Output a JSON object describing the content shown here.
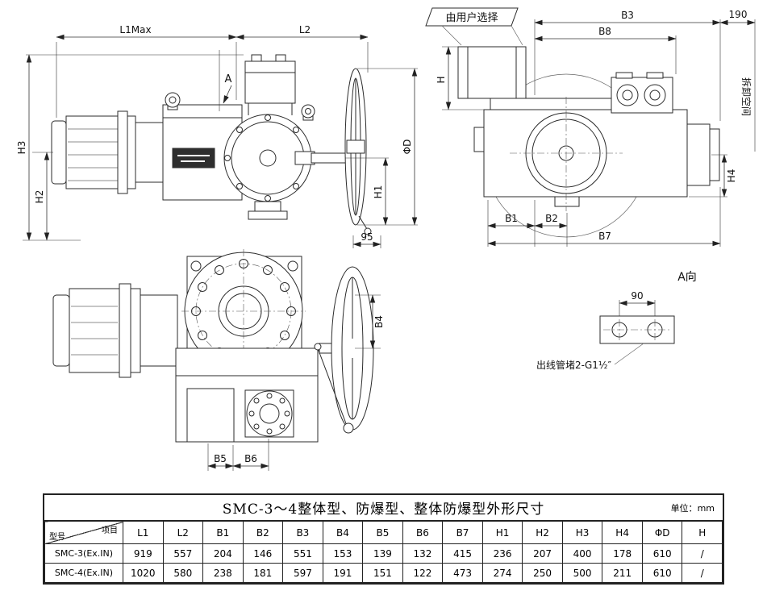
{
  "drawing": {
    "side_view": {
      "dim_l1max": "L1Max",
      "dim_l2": "L2",
      "section_label": "A",
      "dim_h3": "H3",
      "dim_h2": "H2",
      "dim_h1": "H1",
      "dim_phi_d": "ΦD",
      "dim_95": "95"
    },
    "rear_view": {
      "callout_user_select": "由用户选择",
      "dim_b3": "B3",
      "dim_190": "190",
      "dim_b8": "B8",
      "dim_h": "H",
      "label_removal_space": "拆卸空间",
      "dim_h4": "H4",
      "dim_b1": "B1",
      "dim_b2": "B2",
      "dim_b7": "B7"
    },
    "top_view": {
      "dim_b4": "B4",
      "dim_b5": "B5",
      "dim_b6": "B6"
    },
    "detail_view": {
      "title": "A向",
      "dim_90": "90",
      "outlet_label": "出线管堵2-G1½″"
    }
  },
  "table": {
    "title": "SMC-3～4整体型、防爆型、整体防爆型外形尺寸",
    "unit_label": "单位：",
    "unit_value": "mm",
    "corner_top": "项目",
    "corner_bottom": "型号",
    "columns": [
      "L1",
      "L2",
      "B1",
      "B2",
      "B3",
      "B4",
      "B5",
      "B6",
      "B7",
      "H1",
      "H2",
      "H3",
      "H4",
      "ΦD",
      "H"
    ],
    "rows": [
      {
        "model": "SMC-3(Ex.IN)",
        "values": [
          "919",
          "557",
          "204",
          "146",
          "551",
          "153",
          "139",
          "132",
          "415",
          "236",
          "207",
          "400",
          "178",
          "610",
          "/"
        ]
      },
      {
        "model": "SMC-4(Ex.IN)",
        "values": [
          "1020",
          "580",
          "238",
          "181",
          "597",
          "191",
          "151",
          "122",
          "473",
          "274",
          "250",
          "500",
          "211",
          "610",
          "/"
        ]
      }
    ]
  }
}
